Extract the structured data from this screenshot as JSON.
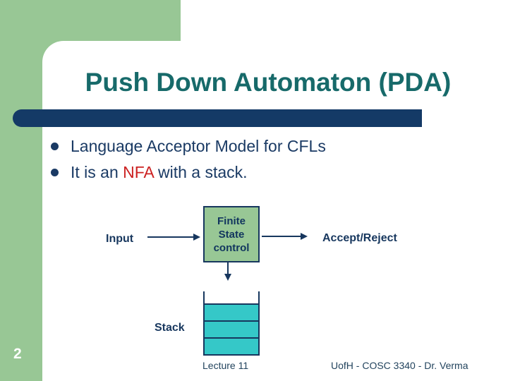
{
  "slide": {
    "page_number": "2",
    "title": "Push Down Automaton (PDA)",
    "bullet1": "Language Acceptor Model for CFLs",
    "bullet2_pre": "It is an ",
    "bullet2_highlight": "NFA",
    "bullet2_post": " with a stack.",
    "diagram": {
      "input_label": "Input",
      "box_line1": "Finite",
      "box_line2": "State",
      "box_line3": "control",
      "output_label": "Accept/Reject",
      "stack_label": "Stack",
      "stack_row_count": 3
    },
    "footer": {
      "lecture": "Lecture 11",
      "course": "UofH - COSC 3340 - Dr. Verma"
    },
    "colors": {
      "background_green": "#98C795",
      "navy": "#17375E",
      "title_teal": "#176A6A",
      "highlight_red": "#CC2222",
      "stack_teal": "#35C8C8"
    }
  }
}
